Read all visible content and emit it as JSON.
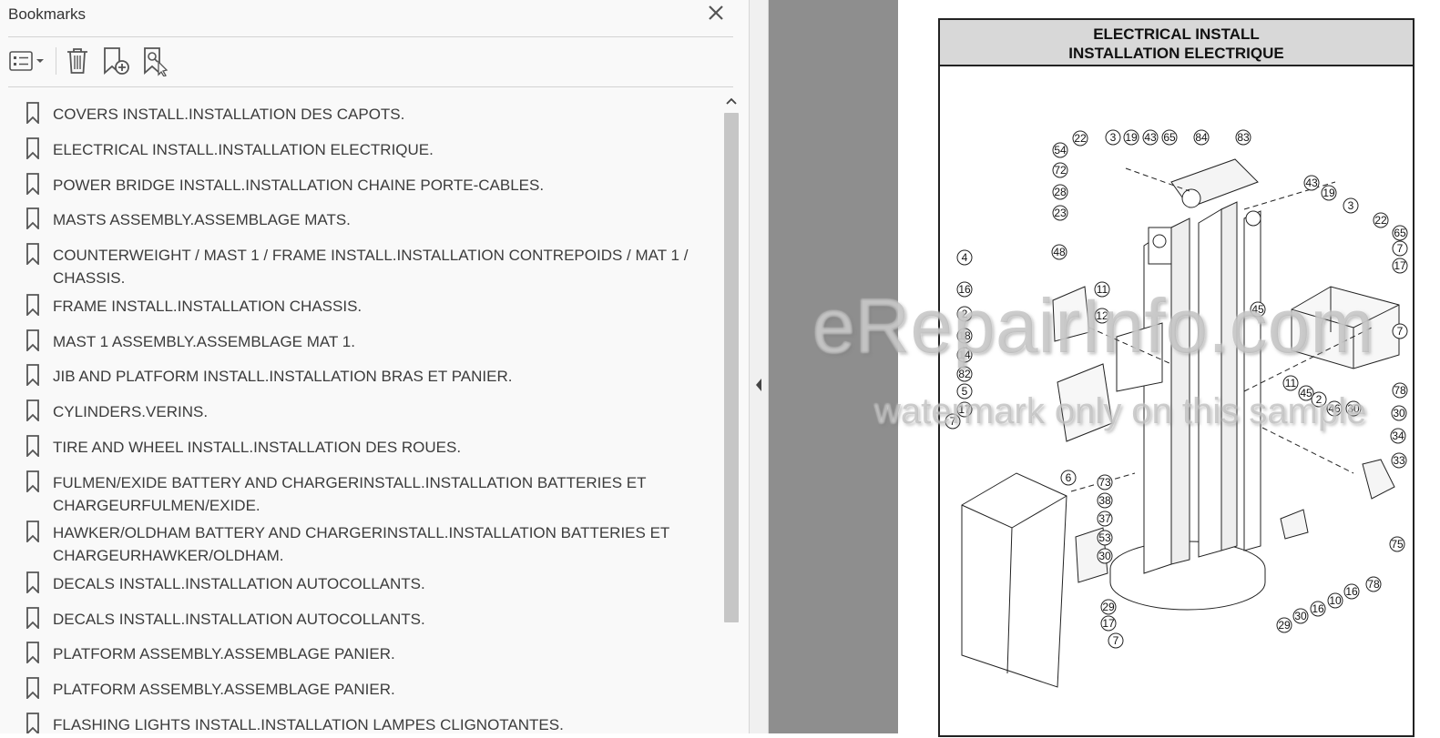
{
  "panel": {
    "title": "Bookmarks",
    "toolbar": {
      "options_icon": "list-options-icon",
      "delete_icon": "trash-icon",
      "new_bookmark_icon": "add-bookmark-icon",
      "from_selection_icon": "bookmark-search-icon"
    },
    "bookmarks": [
      {
        "label": "COVERS INSTALL.INSTALLATION DES CAPOTS."
      },
      {
        "label": "ELECTRICAL INSTALL.INSTALLATION ELECTRIQUE."
      },
      {
        "label": "POWER BRIDGE INSTALL.INSTALLATION CHAINE PORTE-CABLES."
      },
      {
        "label": "MASTS ASSEMBLY.ASSEMBLAGE MATS."
      },
      {
        "label": "COUNTERWEIGHT / MAST 1 / FRAME INSTALL.INSTALLATION CONTREPOIDS / MAT 1 / CHASSIS."
      },
      {
        "label": "FRAME INSTALL.INSTALLATION CHASSIS."
      },
      {
        "label": "MAST 1 ASSEMBLY.ASSEMBLAGE MAT 1."
      },
      {
        "label": "JIB AND PLATFORM INSTALL.INSTALLATION BRAS ET PANIER."
      },
      {
        "label": "CYLINDERS.VERINS."
      },
      {
        "label": "TIRE AND WHEEL INSTALL.INSTALLATION DES ROUES."
      },
      {
        "label": "FULMEN/EXIDE BATTERY AND CHARGERINSTALL.INSTALLATION BATTERIES ET CHARGEURFULMEN/EXIDE."
      },
      {
        "label": "HAWKER/OLDHAM BATTERY AND CHARGERINSTALL.INSTALLATION BATTERIES ET CHARGEURHAWKER/OLDHAM."
      },
      {
        "label": "DECALS  INSTALL.INSTALLATION AUTOCOLLANTS."
      },
      {
        "label": "DECALS  INSTALL.INSTALLATION AUTOCOLLANTS."
      },
      {
        "label": "PLATFORM ASSEMBLY.ASSEMBLAGE PANIER."
      },
      {
        "label": "PLATFORM ASSEMBLY.ASSEMBLAGE PANIER."
      },
      {
        "label": "FLASHING LIGHTS INSTALL.INSTALLATION LAMPES CLIGNOTANTES."
      }
    ]
  },
  "document": {
    "title_line1": "ELECTRICAL INSTALL",
    "title_line2": "INSTALLATION ELECTRIQUE",
    "watermark_main": "eRepairInfo.com",
    "watermark_sub": "watermark only on this sample",
    "callouts": [
      "22",
      "3",
      "19",
      "43",
      "65",
      "84",
      "83",
      "54",
      "72",
      "28",
      "23",
      "4",
      "48",
      "16",
      "2",
      "18",
      "14",
      "82",
      "5",
      "17",
      "7",
      "11",
      "12",
      "43",
      "19",
      "3",
      "22",
      "65",
      "7",
      "17",
      "7",
      "78",
      "11",
      "45",
      "2",
      "46",
      "30",
      "30",
      "34",
      "33",
      "75",
      "6",
      "73",
      "38",
      "37",
      "53",
      "30",
      "29",
      "17",
      "7",
      "78",
      "16",
      "10",
      "16",
      "30",
      "29",
      "45"
    ]
  },
  "colors": {
    "panel_bg": "#f9f9f9",
    "viewer_gray": "#8e8e8e",
    "title_band": "#d8d8d8"
  }
}
